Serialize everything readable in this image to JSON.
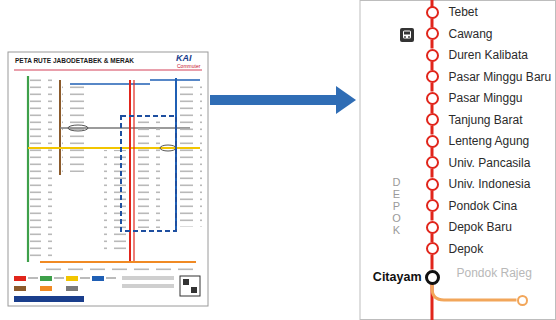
{
  "diagram": {
    "nodes": [
      {
        "text": [
          "Tebet"
        ]
      },
      {
        "text": [
          "Cawang"
        ]
      },
      {
        "text": [
          "Duren Kalibata"
        ]
      },
      {
        "text": [
          "Pasar Minggu Baru"
        ]
      },
      {
        "text": [
          "Pasar Minggu"
        ]
      },
      {
        "text": [
          "Tanjung Barat"
        ]
      },
      {
        "text": [
          "Lenteng Agung"
        ]
      },
      {
        "text": [
          "Univ. Pancasila"
        ]
      },
      {
        "text": [
          "Univ. Indonesia"
        ]
      },
      {
        "text": [
          "Pondok Cina"
        ]
      },
      {
        "text": [
          "Depok Baru"
        ]
      },
      {
        "text": [
          "Depok"
        ]
      },
      {
        "text": [
          "Citayam"
        ]
      },
      {
        "text": [
          "Pondok Rajeg"
        ]
      }
    ],
    "edges": [
      {
        "from": 0,
        "to": 1,
        "arrow": "none"
      },
      {
        "from": 1,
        "to": 2,
        "arrow": "none"
      },
      {
        "from": 2,
        "to": 3,
        "arrow": "none"
      },
      {
        "from": 3,
        "to": 4,
        "arrow": "none"
      },
      {
        "from": 4,
        "to": 5,
        "arrow": "none"
      },
      {
        "from": 5,
        "to": 6,
        "arrow": "none"
      },
      {
        "from": 6,
        "to": 7,
        "arrow": "none"
      },
      {
        "from": 7,
        "to": 8,
        "arrow": "none"
      },
      {
        "from": 8,
        "to": 9,
        "arrow": "none"
      },
      {
        "from": 9,
        "to": 10,
        "arrow": "none"
      },
      {
        "from": 10,
        "to": 11,
        "arrow": "none"
      },
      {
        "from": 11,
        "to": 12,
        "arrow": "none"
      },
      {
        "from": 12,
        "to": 13,
        "arrow": "none"
      }
    ],
    "labels": [
      "PETA RUTE JABODETABEK & MERAK",
      "KAI",
      "Commuter",
      "DEPOK"
    ]
  }
}
